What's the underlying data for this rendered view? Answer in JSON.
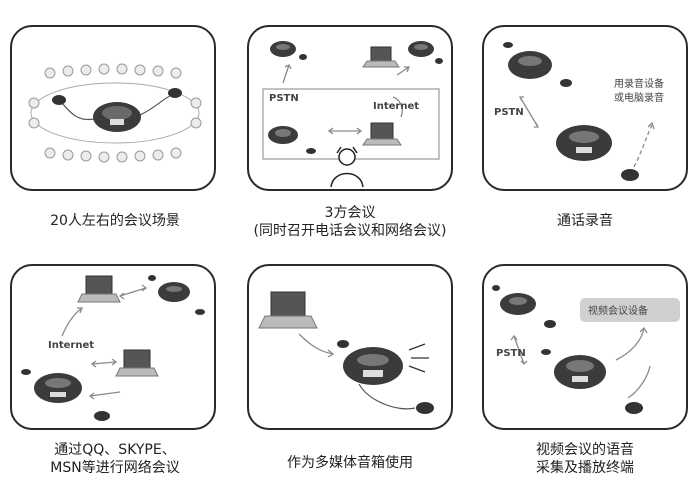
{
  "panels": [
    {
      "caption": [
        "20人左右的会议场景"
      ]
    },
    {
      "caption": [
        "3方会议",
        "(同时召开电话会议和网络会议)"
      ],
      "labels": {
        "pstn": "PSTN",
        "internet": "Internet"
      }
    },
    {
      "caption": [
        "通话录音"
      ],
      "labels": {
        "pstn": "PSTN",
        "record1": "用录音设备",
        "record2": "或电脑录音"
      }
    },
    {
      "caption": [
        "通过QQ、SKYPE、",
        "MSN等进行网络会议"
      ],
      "labels": {
        "internet": "Internet"
      }
    },
    {
      "caption": [
        "作为多媒体音箱使用"
      ]
    },
    {
      "caption": [
        "视频会议的语音",
        "采集及播放终端"
      ],
      "labels": {
        "pstn": "PSTN",
        "video": "视频会议设备"
      }
    }
  ],
  "colors": {
    "border": "#2a2a2a",
    "device": "#3b3b3b",
    "arrow": "#8a8a8a",
    "badge": "#d0d0d0"
  }
}
